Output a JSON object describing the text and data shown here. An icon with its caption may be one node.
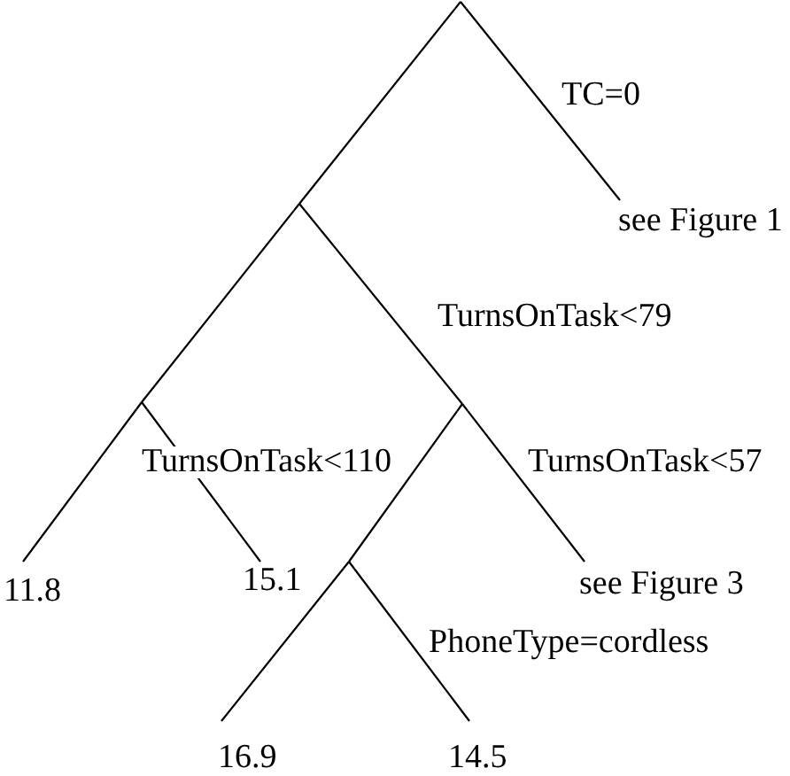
{
  "diagram": {
    "nodes": [
      {
        "text": [],
        "shape": "point"
      },
      {
        "text": [],
        "shape": "point"
      },
      {
        "text": [
          "see Figure 1"
        ]
      },
      {
        "text": [],
        "shape": "point"
      },
      {
        "text": [],
        "shape": "point"
      },
      {
        "text": [
          "11.8"
        ]
      },
      {
        "text": [
          "15.1"
        ]
      },
      {
        "text": [],
        "shape": "point"
      },
      {
        "text": [
          "see Figure 3"
        ]
      },
      {
        "text": [
          "16.9"
        ]
      },
      {
        "text": [
          "14.5"
        ]
      }
    ],
    "edges": [
      {
        "from": 0,
        "to": 1,
        "arrow": "none"
      },
      {
        "from": 0,
        "to": 2,
        "arrow": "none",
        "label": "TC=0"
      },
      {
        "from": 1,
        "to": 3,
        "arrow": "none"
      },
      {
        "from": 1,
        "to": 4,
        "arrow": "none",
        "label": "TurnsOnTask<79"
      },
      {
        "from": 3,
        "to": 5,
        "arrow": "none"
      },
      {
        "from": 3,
        "to": 6,
        "arrow": "none",
        "label": "TurnsOnTask<110"
      },
      {
        "from": 4,
        "to": 7,
        "arrow": "none"
      },
      {
        "from": 4,
        "to": 8,
        "arrow": "none",
        "label": "TurnsOnTask<57"
      },
      {
        "from": 7,
        "to": 9,
        "arrow": "none"
      },
      {
        "from": 7,
        "to": 10,
        "arrow": "none",
        "label": "PhoneType=cordless"
      }
    ]
  }
}
